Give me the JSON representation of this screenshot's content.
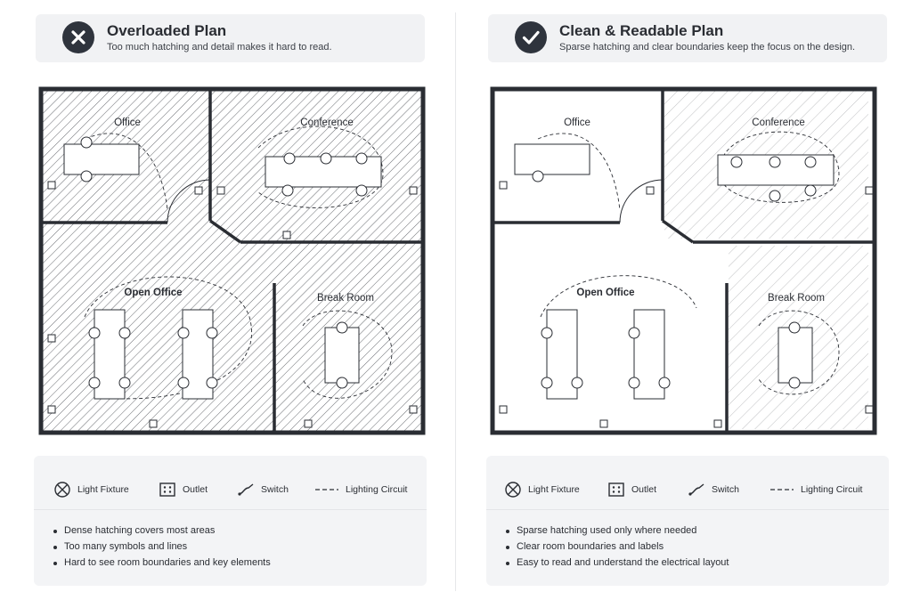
{
  "panels": [
    {
      "id": "overloaded",
      "status": "bad",
      "status_icon": "x-circle-icon",
      "title": "Overloaded Plan",
      "subtitle": "Too much hatching and detail makes it hard to read.",
      "rooms": {
        "office": "Office",
        "conference": "Conference",
        "open_office": "Open Office",
        "break_room": "Break Room"
      },
      "legend": [
        {
          "icon": "light-fixture-icon",
          "label": "Light Fixture"
        },
        {
          "icon": "outlet-icon",
          "label": "Outlet"
        },
        {
          "icon": "switch-icon",
          "label": "Switch"
        },
        {
          "icon": "lighting-circuit-icon",
          "label": "Lighting Circuit"
        }
      ],
      "notes": [
        "Dense hatching covers most areas",
        "Too many symbols and lines",
        "Hard to see room boundaries and key elements"
      ]
    },
    {
      "id": "clean",
      "status": "good",
      "status_icon": "check-circle-icon",
      "title": "Clean & Readable Plan",
      "subtitle": "Sparse hatching and clear boundaries keep the focus on the design.",
      "rooms": {
        "office": "Office",
        "conference": "Conference",
        "open_office": "Open Office",
        "break_room": "Break Room"
      },
      "legend": [
        {
          "icon": "light-fixture-icon",
          "label": "Light Fixture"
        },
        {
          "icon": "outlet-icon",
          "label": "Outlet"
        },
        {
          "icon": "switch-icon",
          "label": "Switch"
        },
        {
          "icon": "lighting-circuit-icon",
          "label": "Lighting Circuit"
        }
      ],
      "notes": [
        "Sparse hatching used only where needed",
        "Clear room boundaries and labels",
        "Easy to read and understand the electrical layout"
      ]
    }
  ],
  "colors": {
    "ink": "#2a2d33",
    "icon_bg": "#2f343d",
    "card_bg": "#f1f2f4",
    "hatch": "#3a3d44"
  }
}
